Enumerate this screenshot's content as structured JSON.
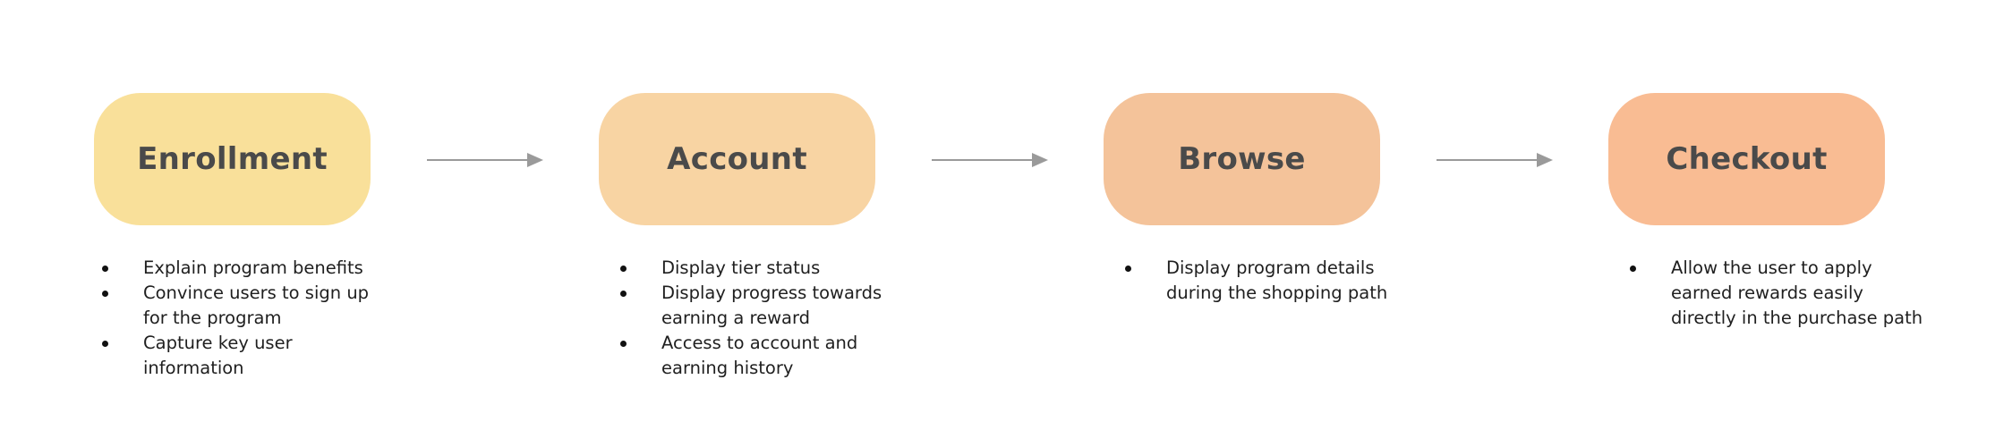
{
  "stages": [
    {
      "title": "Enrollment",
      "color": "#F9E09A",
      "bullets": [
        [
          "Explain program benefits"
        ],
        [
          "Convince users to sign up",
          "for the program"
        ],
        [
          "Capture key user",
          "information"
        ]
      ]
    },
    {
      "title": "Account",
      "color": "#F8D4A3",
      "bullets": [
        [
          "Display tier status"
        ],
        [
          "Display progress towards",
          "earning a reward"
        ],
        [
          "Access to account and",
          "earning history"
        ]
      ]
    },
    {
      "title": "Browse",
      "color": "#F4C39A",
      "bullets": [
        [
          "Display program details",
          "during the shopping path"
        ]
      ]
    },
    {
      "title": "Checkout",
      "color": "#F9BC93",
      "bullets": [
        [
          "Allow the user to apply",
          "earned rewards easily",
          "directly in the purchase path"
        ]
      ]
    }
  ],
  "arrow_color": "#9a9a9a"
}
